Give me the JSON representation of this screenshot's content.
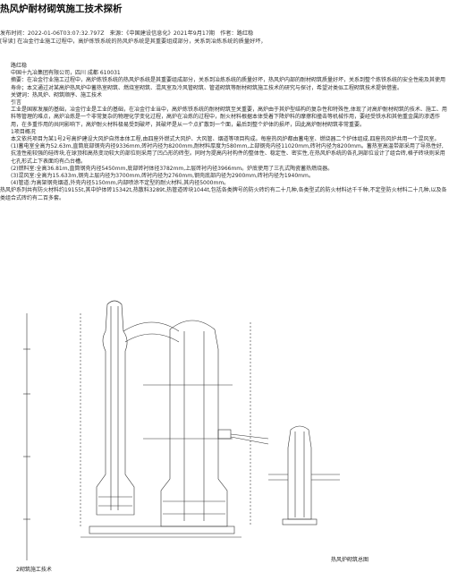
{
  "article": {
    "title": "热风炉耐材砌筑施工技术探析",
    "meta": "发布时间：2022-01-06T03:07:32.797Z　来源：《中国建设信息化》2021年9月17期　作者：路红稳",
    "guide": "[导读] 在冶金行业施工过程中，高炉炼铁系统的热风炉系统是其重要组成部分，关系到冶炼系统的质量好坏，"
  },
  "body": {
    "author": "路红稳",
    "affiliation": "中国十九冶集团有限公司，四川 成都 610031",
    "abstract": "摘要：在冶金行业施工过程中，高炉炼铁系统的热风炉系统是其重要组成部分，关系到冶炼系统的质量好坏，热风炉内部的耐材砌筑质量好坏，关系到整个炼铁系统的安全性能及其使用寿命；本文通过对某高炉热风炉中蓄热室砌筑、燃烧室砌筑、混风室及冷风管砌筑、管道砌筑等耐材砌筑施工技术的研究与探讨，希望对类似工程砌筑技术提供借鉴。",
    "keywords": "关键词：热风炉、砌筑顺序、施工技术",
    "intro_head": "引言",
    "intro": "工业是国家发展的基础，冶金行业是工业的基础，在冶金行业当中，高炉炼铁系统的耐材砌筑至关重要，高炉由于其炉型结构的复杂性和特殊性,体现了对高炉耐材砌筑的技术、施工、用料等管理的难点，高炉冶炼是一个非常复杂的物理化学变化过程，高炉在冶炼的过程中，耐火材料根据本体受着下降炉料的摩擦和撞击等机械作用，要经受铁水和其他重金属的渗透作用，在多重作用的共同影响下，高炉耐火材料极易受到破坏，其破坏是从一个点扩散到一个面，最后到整个炉体的损坏，因此高炉耐材砌筑非常重要。",
    "sec1_head": "1项目概况",
    "sec1": "本文依托项目为某1号2号高炉建设大风炉自然本体工程,由四座外燃式大风炉、大风管、烟道等项目构成。每座热风炉都由蓄电室、燃烧器二个炉体组成,四座热风炉共用一个混风室。",
    "item1": "(1)蓄电室全高为52.63m,直筒底部钢壳内径9336mm,砖衬内径为8200mm,耐材料厚度为580mm,上部钢壳内径11020mm,砖衬内径为8200mm。蓄热室高温带部采用了导热性好,抗渣性能较强的硅砖块,在球顶和高热变动较大的部位则采用了凹凸形的砖型。同时为提高内衬构件的整体性、稳定性、密实性,在热风炉系统的各孔洞部位设计了组合砖,格子砖块则采用七孔形式上下表面均有凸台槽。",
    "item2": "(2)燃料室:全高36.81m,直筒钢壳内径5450mm,底部砖衬体径3782mm,上层砖衬内径3966mm。炉底使用了三孔式陶瓷蓄热燃烧器。",
    "item3": "(3)混风室:全高为15.633m,钢壳上层内径为3700mm,砖衬内径为2760mm,钢壳底部内径为2900mm,砖衬内径为1940mm。",
    "item4": "(4)管道:为高架钢壳烟道,外壳内径5150mm,内部喷涂不定型的耐火材料,其内径5000mm。",
    "summary": "热风炉系列共有防火材料约19155t,其中炉体砖15342t,热散料3289t,热管道砖块1044t,包括各类牌号的防火砖约有二十几种,各类型式的防火材料达千千种,不定型防火材料二十几种,以及各类组合式砖约有二百多套。"
  },
  "figure": {
    "caption_left": "2砌筑施工技术",
    "caption_right": "热风炉砌筑总图"
  }
}
